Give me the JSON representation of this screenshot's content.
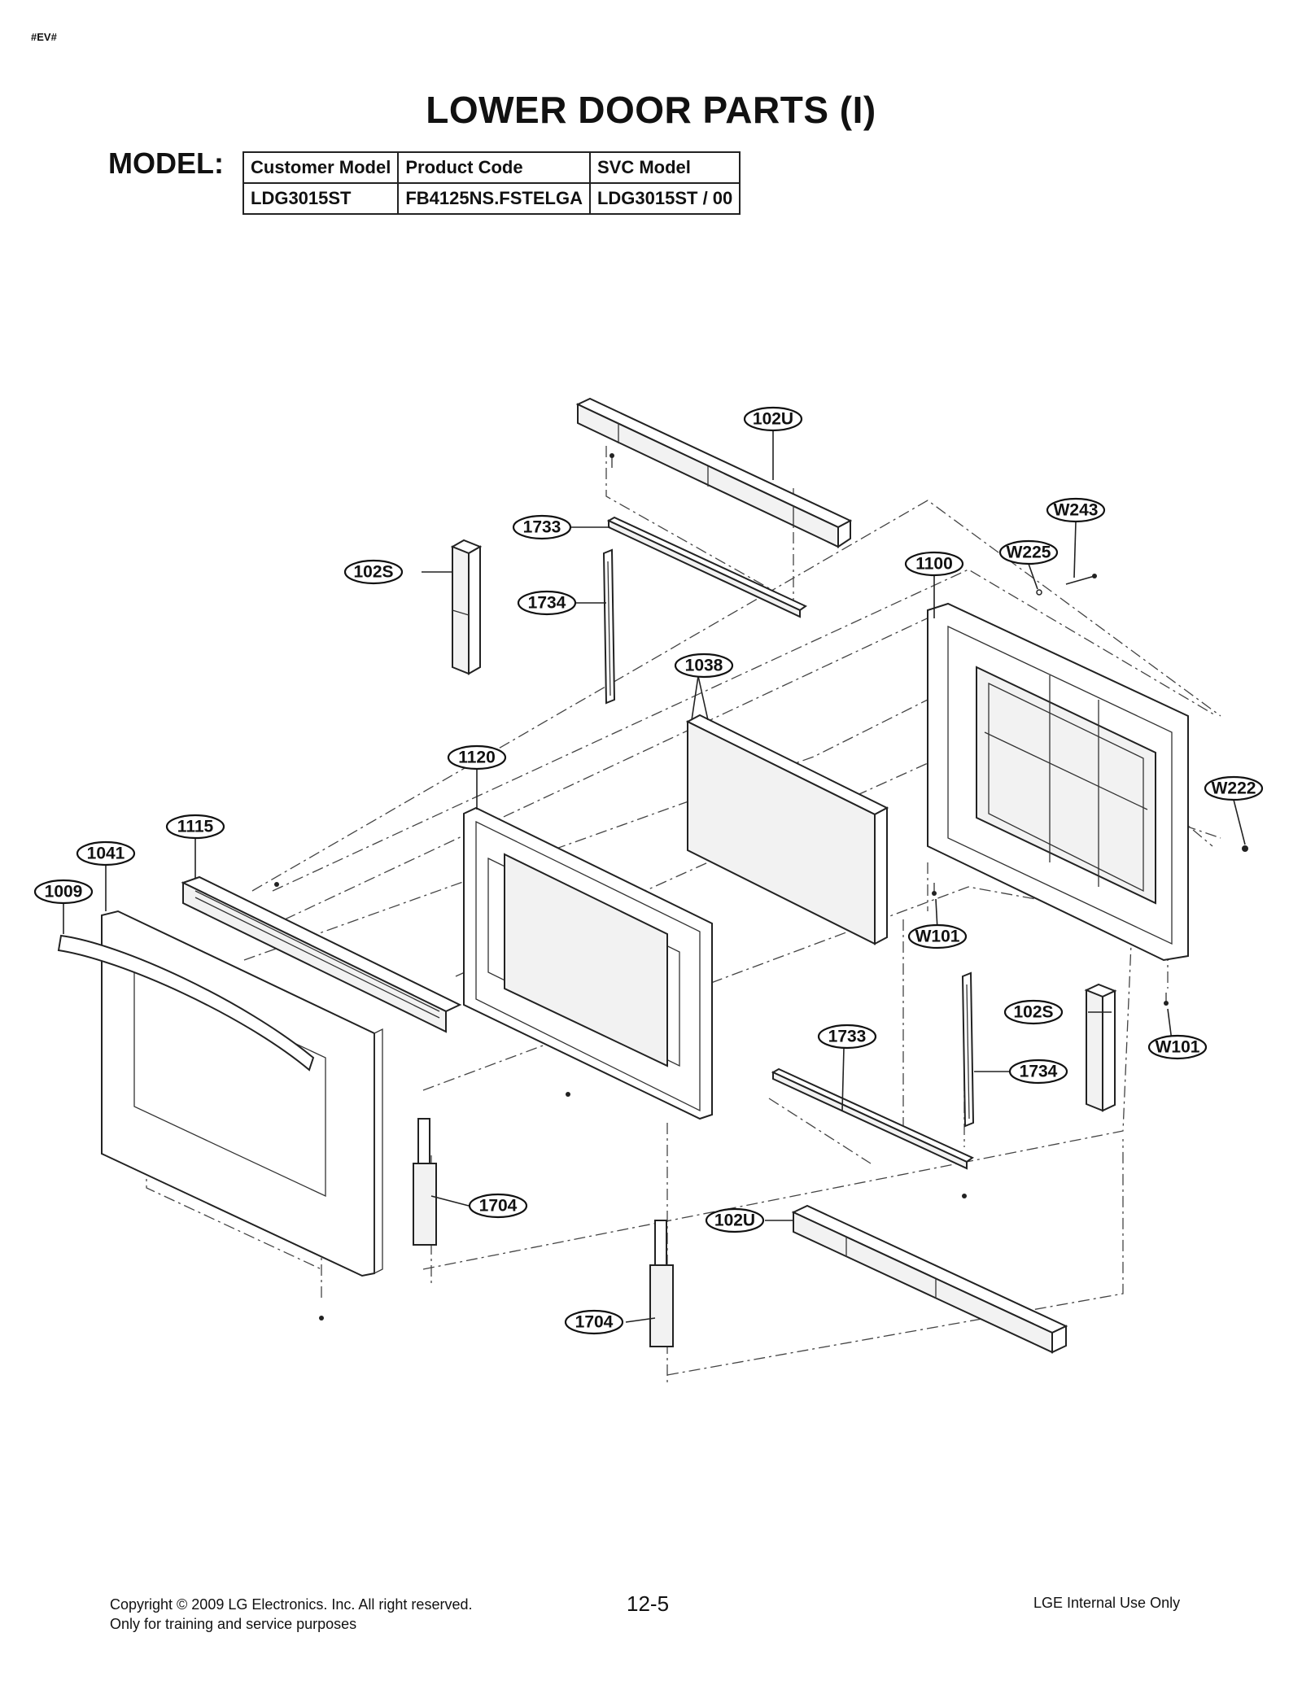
{
  "tag": "#EV#",
  "title": "LOWER DOOR PARTS (I)",
  "model_label": "MODEL:",
  "model_table": {
    "headers": [
      "Customer Model",
      "Product Code",
      "SVC Model"
    ],
    "row": [
      "LDG3015ST",
      "FB4125NS.FSTELGA",
      "LDG3015ST / 00"
    ]
  },
  "callouts": {
    "c102U_top": "102U",
    "c1733_top": "1733",
    "c102S_left": "102S",
    "c1734_left": "1734",
    "c1038": "1038",
    "c1100": "1100",
    "cW225": "W225",
    "cW243": "W243",
    "cW222": "W222",
    "c1120": "1120",
    "c1115": "1115",
    "c1041": "1041",
    "c1009": "1009",
    "cW101_mid": "W101",
    "c102S_right": "102S",
    "cW101_right": "W101",
    "c1733_bottom": "1733",
    "c1734_right": "1734",
    "c1704_left": "1704",
    "c102U_bottom": "102U",
    "c1704_bottom": "1704"
  },
  "footer": {
    "copyright": "Copyright © 2009 LG Electronics. Inc. All right reserved.",
    "purpose": "Only for training and service purposes",
    "page": "12-5",
    "internal": "LGE Internal Use Only"
  }
}
